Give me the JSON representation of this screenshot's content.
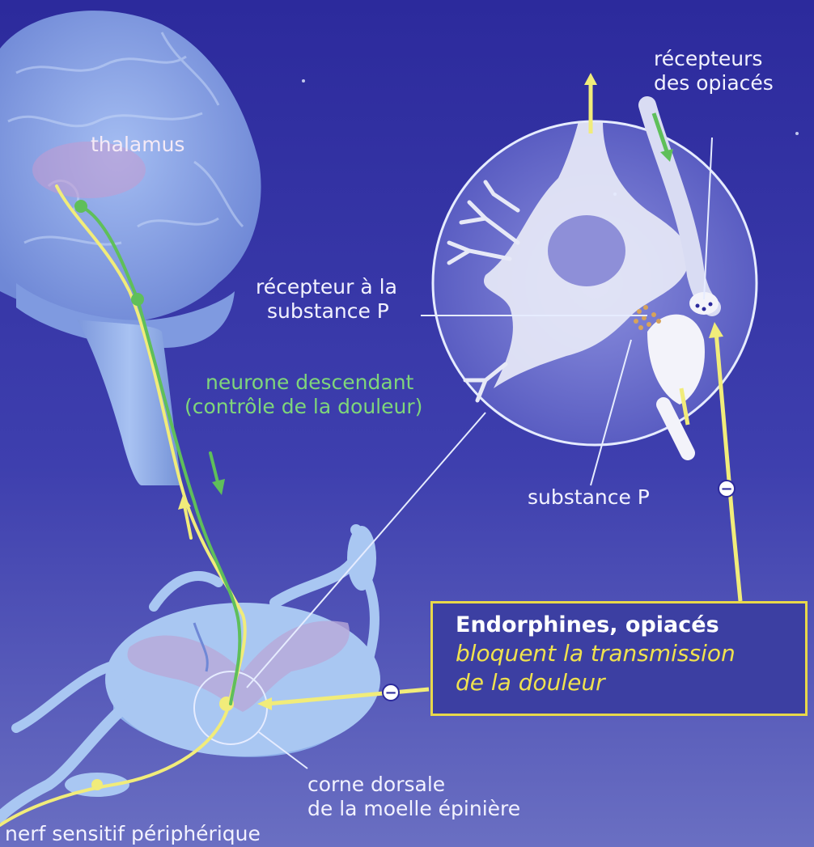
{
  "labels": {
    "thalamus": "thalamus",
    "opioid_receptors_line1": "récepteurs",
    "opioid_receptors_line2": "des opiacés",
    "substance_p_receptor_line1": "récepteur à la",
    "substance_p_receptor_line2": "substance P",
    "descending_neuron_line1": "neurone descendant",
    "descending_neuron_line2": "(contrôle de la douleur)",
    "substance_p": "substance P",
    "dorsal_horn_line1": "corne dorsale",
    "dorsal_horn_line2": "de la moelle épinière",
    "peripheral_nerve": "nerf sensitif périphérique"
  },
  "callout": {
    "title": "Endorphines, opiacés",
    "line1": "bloquent la transmission",
    "line2": "de la douleur"
  },
  "markers": {
    "minus_sign": "−"
  },
  "colors": {
    "background_top": "#2c2a9c",
    "background_bottom": "#6a6fc2",
    "tissue": "#a9c7f2",
    "pain_pathway": "#f1ec7a",
    "descending_pathway": "#5fbf5a",
    "callout_border": "#e8d84a",
    "callout_text_italic": "#f0e24e"
  }
}
